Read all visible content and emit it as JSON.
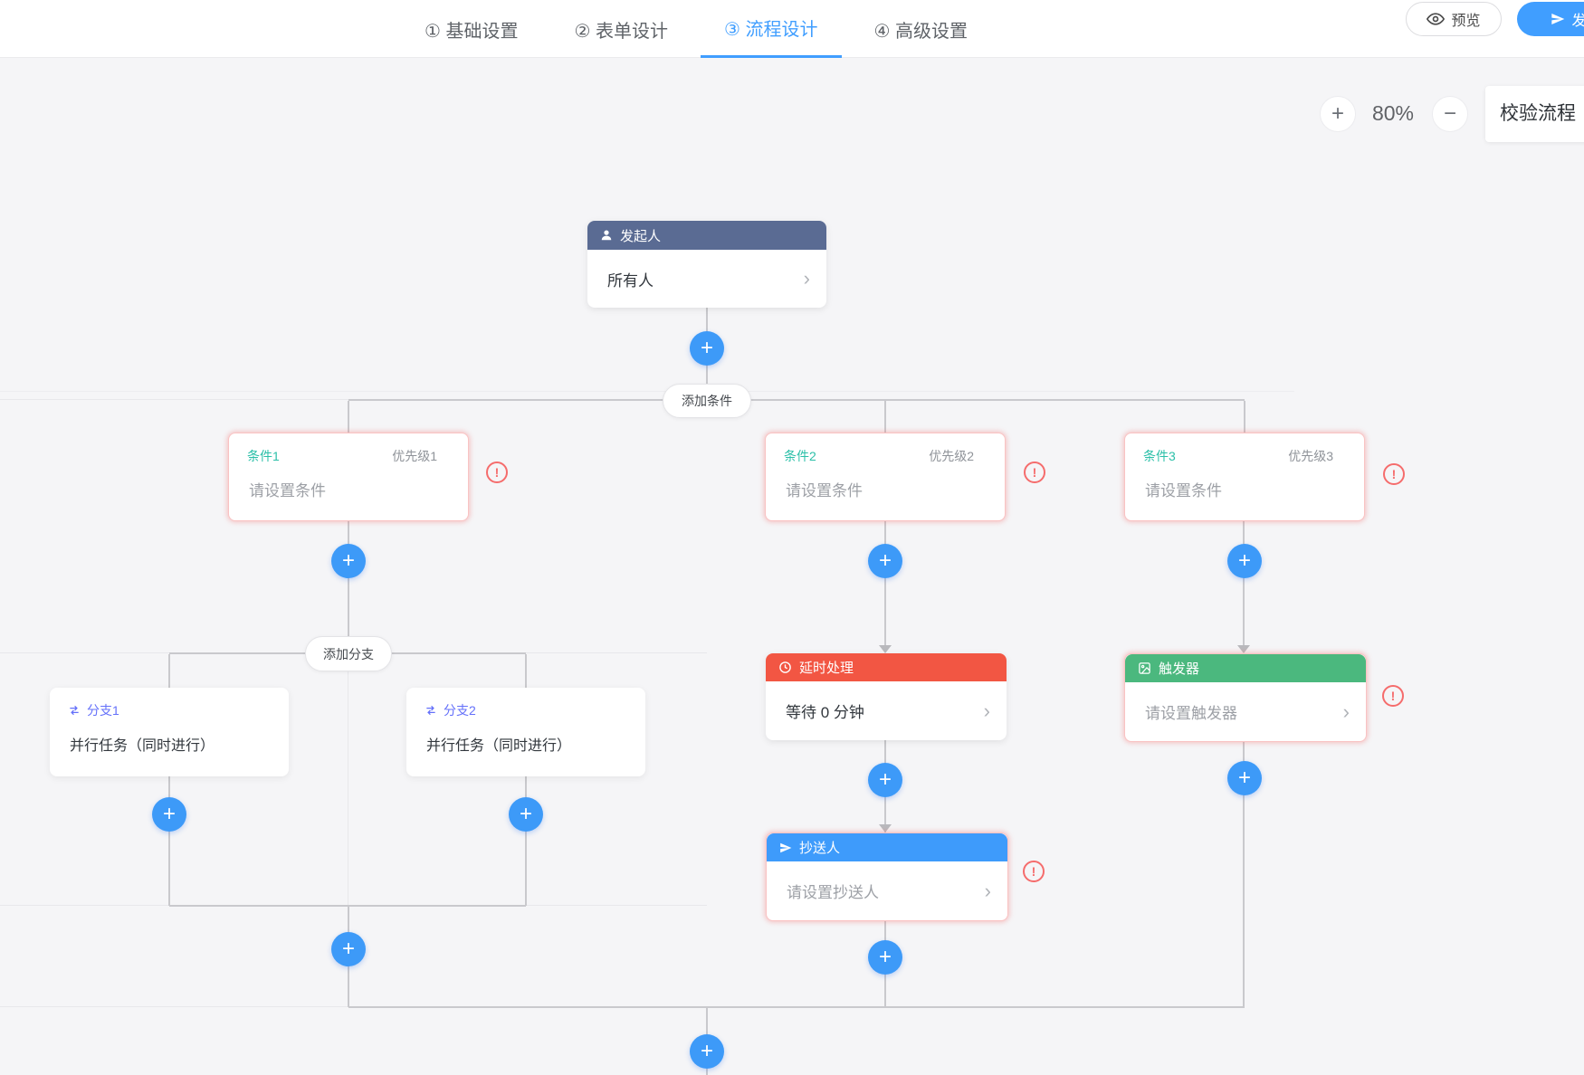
{
  "header": {
    "tabs": [
      {
        "label": "① 基础设置"
      },
      {
        "label": "② 表单设计"
      },
      {
        "label": "③ 流程设计"
      },
      {
        "label": "④ 高级设置"
      }
    ],
    "preview_label": "预览",
    "publish_label": "发布"
  },
  "toolbar": {
    "zoom_in": "+",
    "zoom_out": "−",
    "zoom_level": "80%",
    "validate_label": "校验流程"
  },
  "icons": {
    "plus": "+",
    "chevron": "›",
    "exclamation": "!"
  },
  "flow": {
    "initiator": {
      "title": "发起人",
      "value": "所有人"
    },
    "add_condition_label": "添加条件",
    "add_branch_label": "添加分支",
    "conditions": [
      {
        "title": "条件1",
        "priority": "优先级1",
        "placeholder": "请设置条件"
      },
      {
        "title": "条件2",
        "priority": "优先级2",
        "placeholder": "请设置条件"
      },
      {
        "title": "条件3",
        "priority": "优先级3",
        "placeholder": "请设置条件"
      }
    ],
    "branches": [
      {
        "title": "分支1",
        "value": "并行任务（同时进行）"
      },
      {
        "title": "分支2",
        "value": "并行任务（同时进行）"
      }
    ],
    "delay": {
      "title": "延时处理",
      "value": "等待 0 分钟"
    },
    "cc": {
      "title": "抄送人",
      "placeholder": "请设置抄送人"
    },
    "trigger": {
      "title": "触发器",
      "placeholder": "请设置触发器"
    }
  },
  "colors": {
    "accent": "#409eff",
    "plus_button": "#3d9af8",
    "initiator_header": "#5a6b93",
    "delay_header": "#f25643",
    "cc_header": "#3e9bfb",
    "trigger_header": "#4bb87e",
    "condition_title": "#2bbfa8",
    "branch_title": "#6470fa",
    "warning": "#f56c6c",
    "connector_line": "#c9c9cd",
    "canvas_bg": "#f5f5f7"
  }
}
